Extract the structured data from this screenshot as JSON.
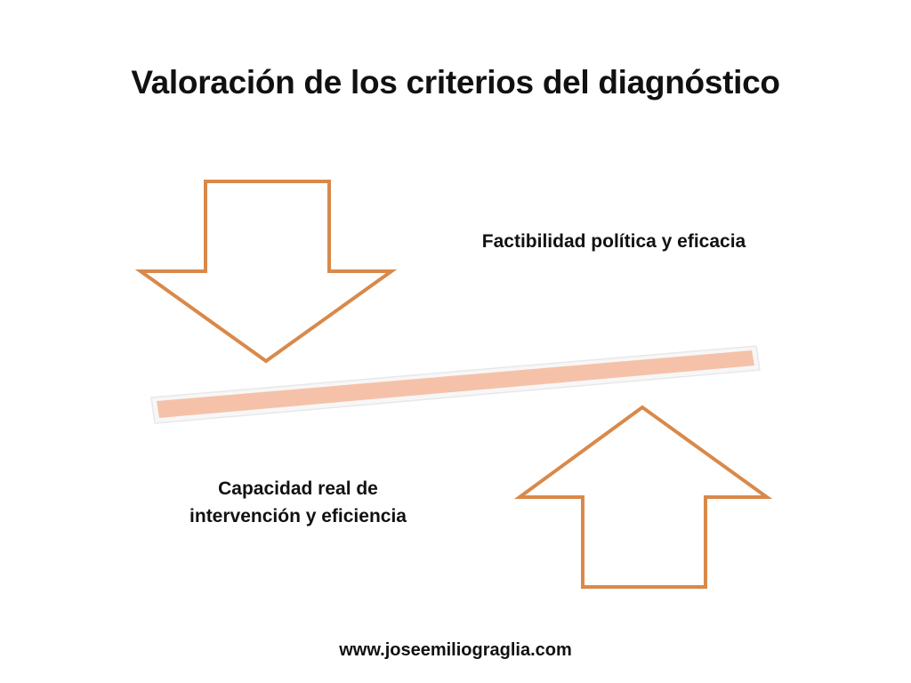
{
  "slide": {
    "title": "Valoración de los criterios del diagnóstico",
    "label_top": "Factibilidad política y eficacia",
    "label_bottom": "Capacidad real de intervención y eficiencia",
    "footer": "www.joseemiliograglia.com"
  },
  "colors": {
    "arrow_stroke": "#D9894A",
    "beam_fill": "#F5C2A9",
    "beam_border": "#E8E8E8"
  },
  "icons": {
    "down_arrow": "down-arrow-icon",
    "up_arrow": "up-arrow-icon"
  }
}
